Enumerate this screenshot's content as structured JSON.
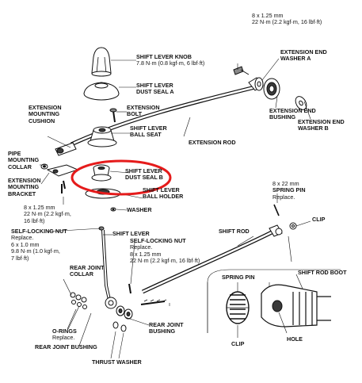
{
  "labels": {
    "shift_lever_knob": "SHIFT LEVER KNOB",
    "shift_lever_knob_torque": "7.8 N·m (0.8 kgf·m, 6 lbf·ft)",
    "top_bolt_size": "8 x 1.25 mm",
    "top_bolt_torque_a": "22 N·m (2.2 kgf·m, 16 lbf·ft)",
    "extension_end_washer_a_1": "EXTENSION END",
    "extension_end_washer_a_2": "WASHER A",
    "shift_lever_dust_seal_a_1": "SHIFT LEVER",
    "shift_lever_dust_seal_a_2": "DUST SEAL A",
    "extension_bolt_1": "EXTENSION",
    "extension_bolt_2": "BOLT",
    "extension_end_bushing_1": "EXTENSION END",
    "extension_end_bushing_2": "BUSHING",
    "extension_end_washer_b_1": "EXTENSION END",
    "extension_end_washer_b_2": "WASHER B",
    "extension_mounting_cushion_1": "EXTENSION",
    "extension_mounting_cushion_2": "MOUNTING",
    "extension_mounting_cushion_3": "CUSHION",
    "shift_lever_ball_seat_1": "SHIFT LEVER",
    "shift_lever_ball_seat_2": "BALL SEAT",
    "extension_rod": "EXTENSION ROD",
    "pipe_mounting_collar_1": "PIPE",
    "pipe_mounting_collar_2": "MOUNTING",
    "pipe_mounting_collar_3": "COLLAR",
    "shift_lever_dust_seal_b_1": "SHIFT LEVER",
    "shift_lever_dust_seal_b_2": "DUST SEAL B",
    "extension_mounting_bracket_1": "EXTENSION",
    "extension_mounting_bracket_2": "MOUNTING",
    "extension_mounting_bracket_3": "BRACKET",
    "shift_lever_ball_holder_1": "SHIFT LEVER",
    "shift_lever_ball_holder_2": "BALL HOLDER",
    "spring_pin_size": "8 x 22 mm",
    "spring_pin_1": "SPRING PIN",
    "spring_pin_replace": "Replace.",
    "left_bolt_size": "8 x 1.25 mm",
    "left_bolt_torque_1": "22 N·m (2.2 kgf·m,",
    "left_bolt_torque_2": "16 lbf·ft)",
    "washer": "WASHER",
    "clip": "CLIP",
    "self_locking_nut_left": "SELF-LOCKING NUT",
    "self_locking_nut_left_replace": "Replace.",
    "self_locking_nut_left_size": "6 x 1.0 mm",
    "self_locking_nut_left_torque_1": "9.8 N·m (1.0 kgf·m,",
    "self_locking_nut_left_torque_2": "7 lbf·ft)",
    "shift_lever": "SHIFT LEVER",
    "self_locking_nut_right": "SELF-LOCKING NUT",
    "self_locking_nut_right_replace": "Replace.",
    "self_locking_nut_right_size": "8 x 1.25 mm",
    "self_locking_nut_right_torque": "22 N·m (2.2 kgf·m, 16 lbf·ft)",
    "shift_rod": "SHIFT ROD",
    "rear_joint_collar_1": "REAR JOINT",
    "rear_joint_collar_2": "COLLAR",
    "inset_spring_pin": "SPRING PIN",
    "shift_rod_boot": "SHIFT ROD BOOT",
    "o_rings": "O-RINGS",
    "o_rings_replace": "Replace.",
    "rear_joint_bushing_right_1": "REAR JOINT",
    "rear_joint_bushing_right_2": "BUSHING",
    "inset_clip": "CLIP",
    "hole": "HOLE",
    "rear_joint_bushing_left": "REAR JOINT BUSHING",
    "thrust_washer": "THRUST WASHER"
  },
  "colors": {
    "ink": "#111111",
    "highlight": "#e51b1b",
    "fill_dark": "#3a3a3a",
    "fill_mid": "#8a8a8a"
  }
}
